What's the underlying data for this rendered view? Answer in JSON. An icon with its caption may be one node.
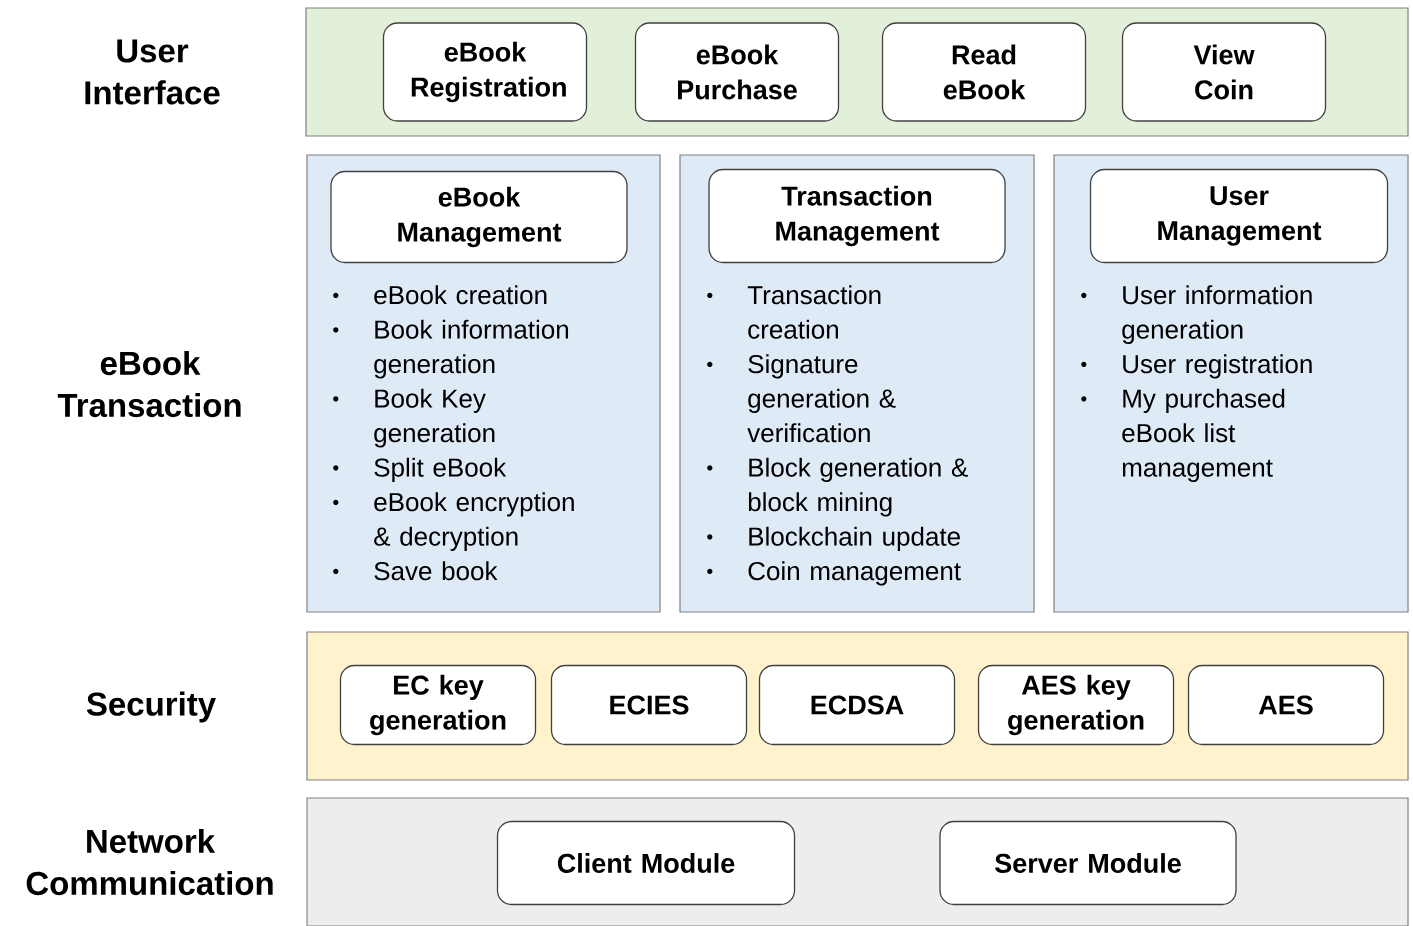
{
  "diagram": {
    "nodes": [
      {
        "text": [
          "User Interface"
        ]
      },
      {
        "text": [
          "eBook Registration"
        ],
        "in": 0
      },
      {
        "text": [
          "eBook Purchase"
        ],
        "in": 0
      },
      {
        "text": [
          "Read eBook"
        ],
        "in": 0
      },
      {
        "text": [
          "View Coin"
        ],
        "in": 0
      },
      {
        "text": [
          "eBook creation",
          "Book information generation",
          "Book Key generation",
          "Split eBook",
          "eBook encryption & decryption",
          "Save book"
        ]
      },
      {
        "text": [
          "eBook Management"
        ],
        "in": 5
      },
      {
        "text": [
          "Transaction creation",
          "Signature generation & verification",
          "Block generation & block mining",
          "Blockchain update",
          "Coin management"
        ]
      },
      {
        "text": [
          "Transaction Management"
        ],
        "in": 7
      },
      {
        "text": [
          "User information generation",
          "User registration",
          "My purchased eBook list management"
        ]
      },
      {
        "text": [
          "User Management"
        ],
        "in": 9
      },
      {
        "text": [
          "Security"
        ]
      },
      {
        "text": [
          "EC key generation"
        ],
        "in": 11
      },
      {
        "text": [
          "ECIES"
        ],
        "in": 11
      },
      {
        "text": [
          "ECDSA"
        ],
        "in": 11
      },
      {
        "text": [
          "AES key generation"
        ],
        "in": 11
      },
      {
        "text": [
          "AES"
        ],
        "in": 11
      },
      {
        "text": [
          "Network Communication"
        ]
      },
      {
        "text": [
          "Client Module"
        ],
        "in": 17
      },
      {
        "text": [
          "Server Module"
        ],
        "in": 17
      }
    ],
    "labels": [
      "eBook Transaction"
    ]
  }
}
